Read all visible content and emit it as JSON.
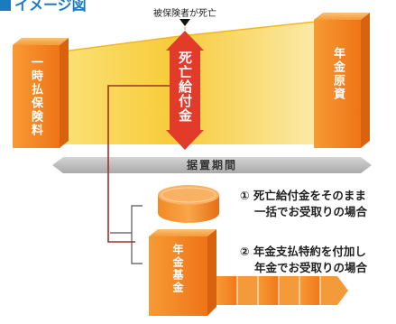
{
  "header": {
    "title": "イメージ図"
  },
  "top_label": "被保険者が死亡",
  "left_block": "一時払保険料",
  "right_block": "年金原資",
  "arrow_label": "死亡給付金",
  "period_label": "据置期間",
  "option1": {
    "line1": "① 死亡給付金をそのまま",
    "line2": "一括でお受取りの場合"
  },
  "option2": {
    "line1": "② 年金支払特約を付加し",
    "line2": "年金でお受取りの場合"
  },
  "fund_label": "年金基金",
  "colors": {
    "orange": "#f27a1e",
    "orange_dark": "#d85e10",
    "gold": "#f6c42c",
    "red": "#e23b2a",
    "gray": "#b9b9b9",
    "title_blue": "#1a7bbf",
    "connector": "#a0302a"
  }
}
